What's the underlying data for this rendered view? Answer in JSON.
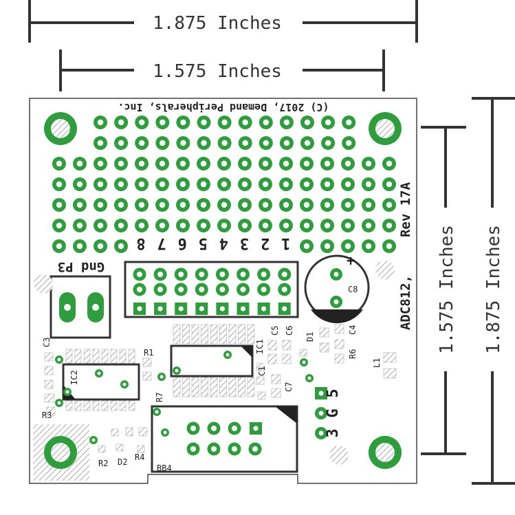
{
  "dimensions": {
    "outer_width": "1.875 Inches",
    "inner_width": "1.575 Inches",
    "inner_height": "1.575 Inches",
    "outer_height": "1.875 Inches"
  },
  "board": {
    "copyright": "(C) 2017, Demand Peripherals, Inc.",
    "name": "ADC812,",
    "revision": "Rev 17A",
    "pin_numbers": [
      "8",
      "7",
      "6",
      "5",
      "4",
      "3",
      "2",
      "1"
    ],
    "p3_label": "Gnd P3",
    "power_labels": [
      "5",
      "G",
      "3"
    ]
  },
  "components": {
    "C8": "C8",
    "C5": "C5",
    "C6": "C6",
    "C4": "C4",
    "C3": "C3",
    "C1": "C1",
    "C7": "C7",
    "D1": "D1",
    "D2": "D2",
    "R1": "R1",
    "R2": "R2",
    "R3": "R3",
    "R4": "R4",
    "R6": "R6",
    "R7": "R7",
    "L1": "L1",
    "IC1": "IC1",
    "IC2": "IC2",
    "BB4": "BB4"
  },
  "colors": {
    "pad_green": "#2e9e3c",
    "outline": "#333333",
    "hatch": "#9a9a9a"
  }
}
